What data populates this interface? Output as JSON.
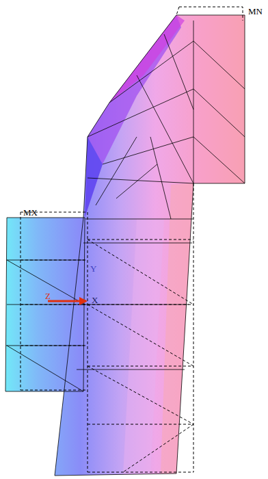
{
  "diagram": {
    "labels": [
      "MN",
      "MX",
      "Y",
      "Z",
      "X"
    ]
  }
}
